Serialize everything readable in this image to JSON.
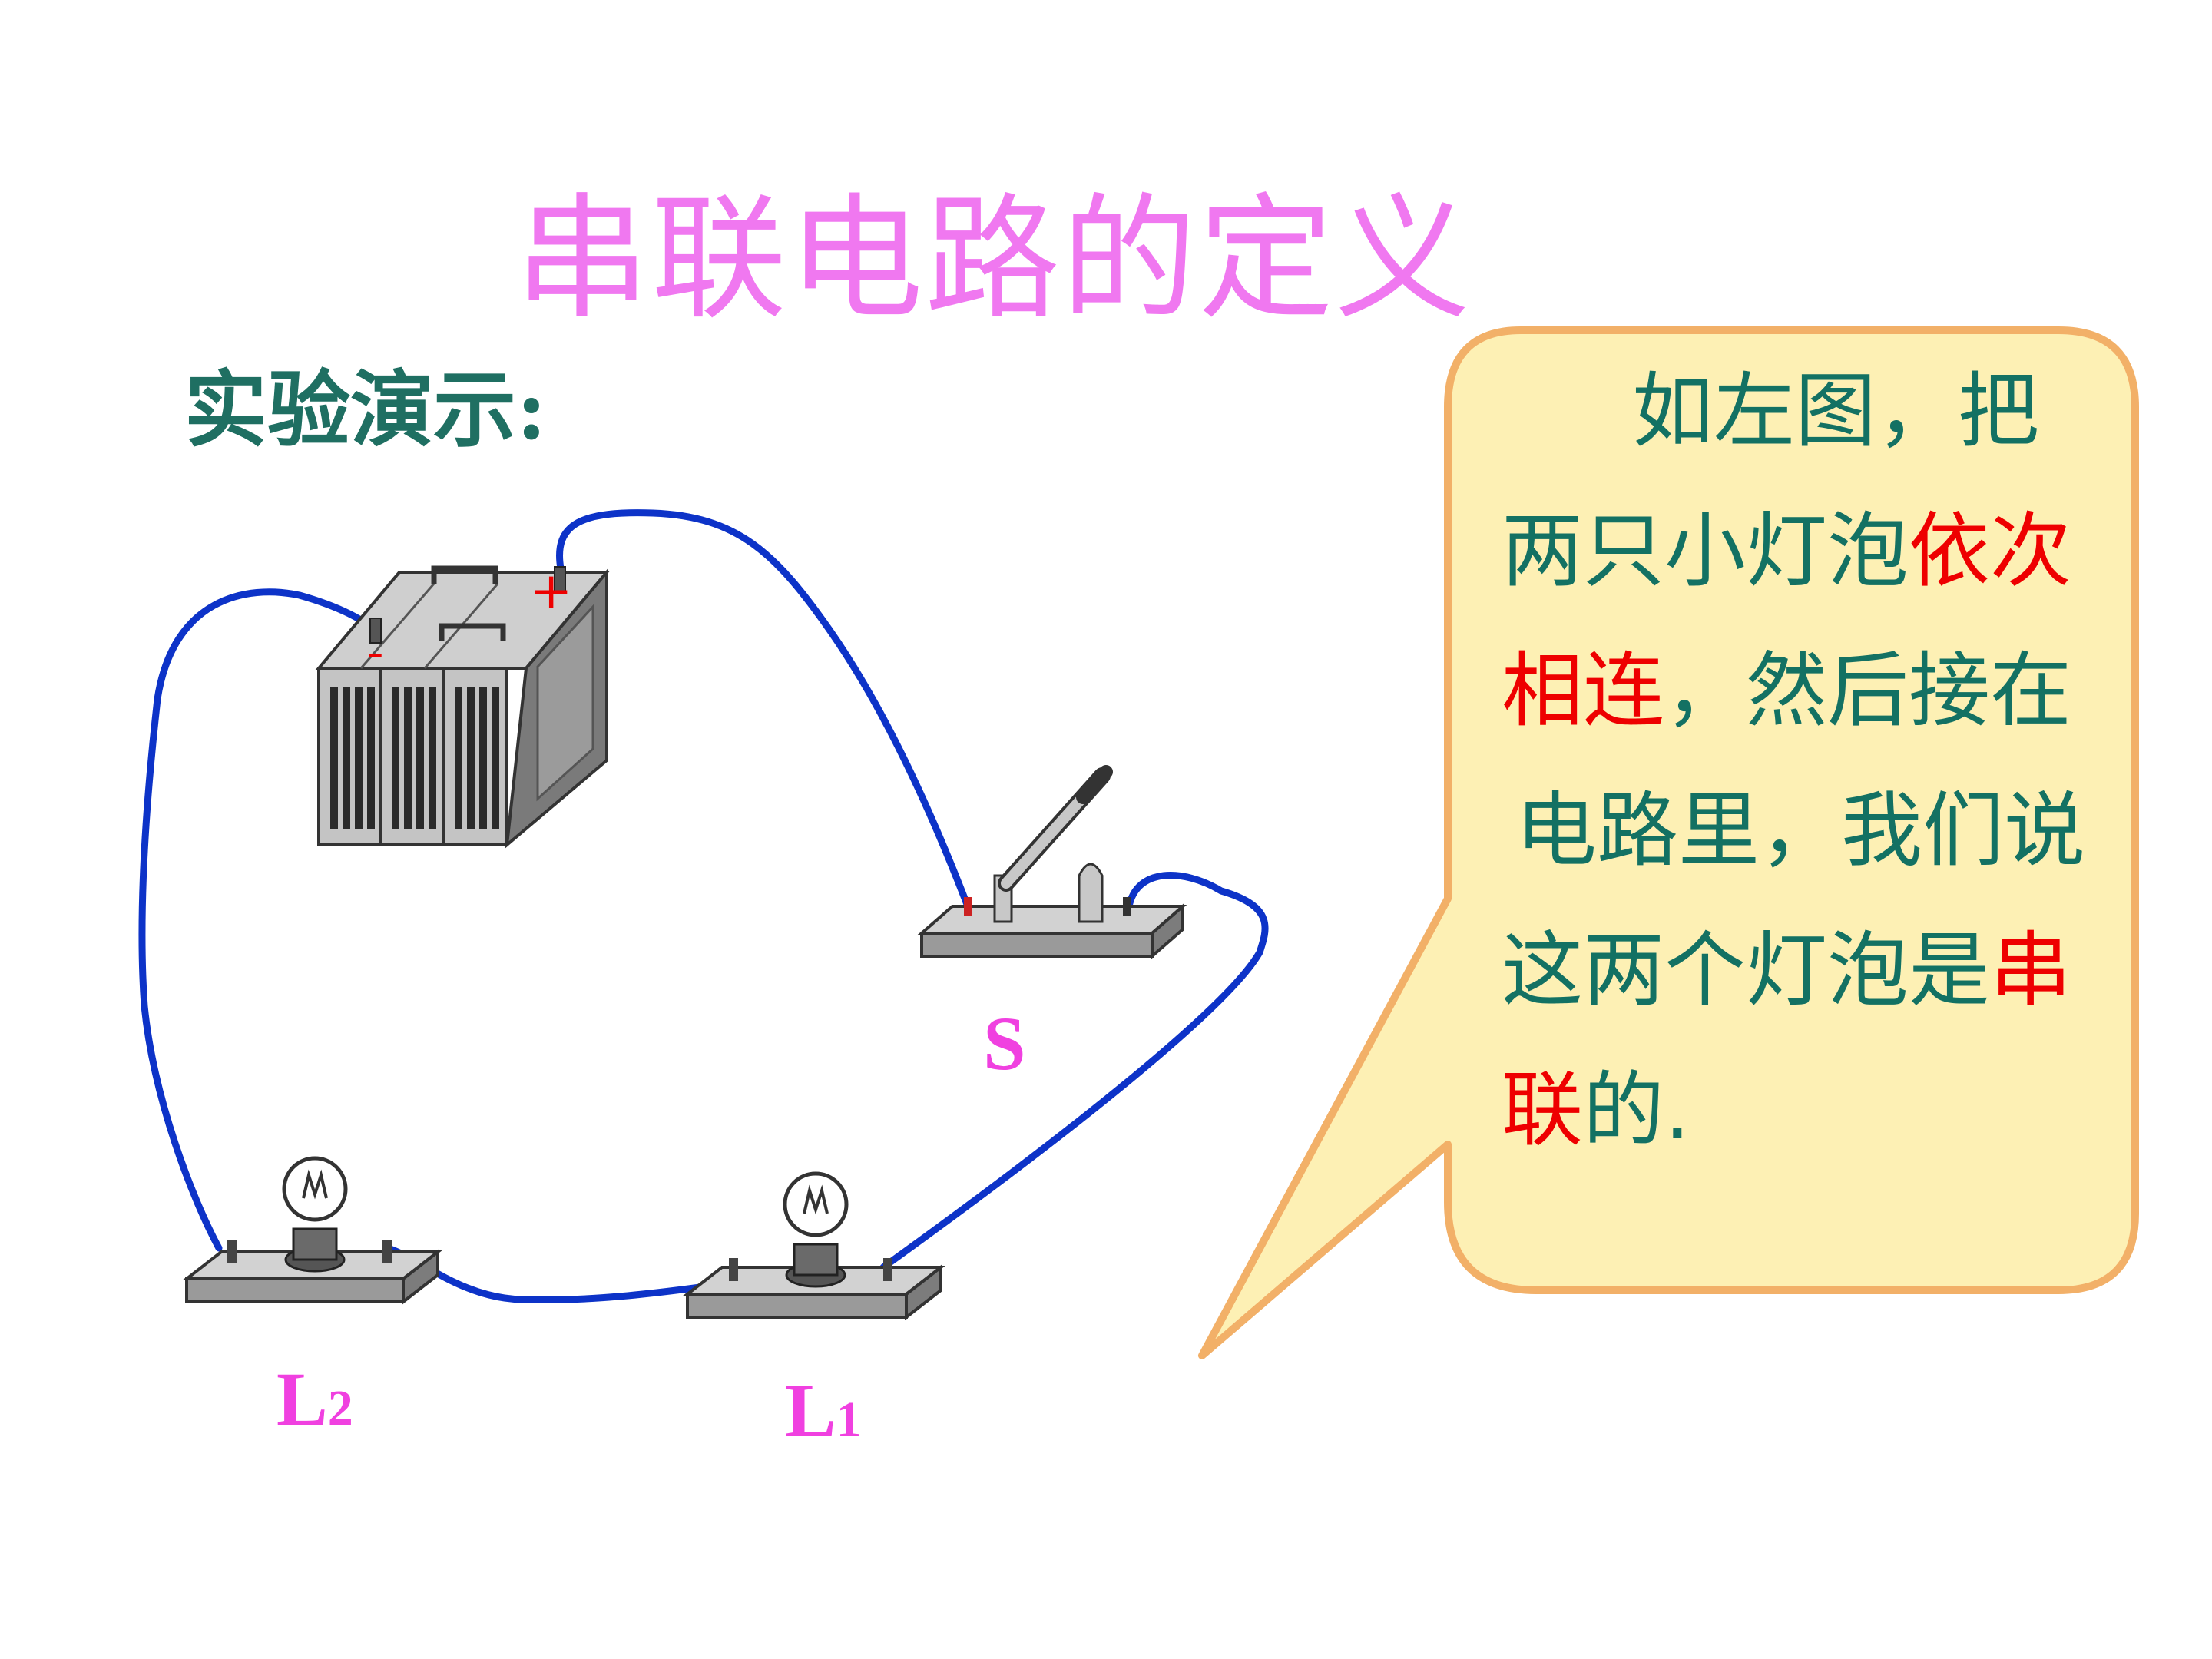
{
  "slide": {
    "title": "串联电路的定义",
    "subtitle": "实验演示:"
  },
  "labels": {
    "switch": "S",
    "lamp2_main": "L",
    "lamp2_sub": "2",
    "lamp1_main": "L",
    "lamp1_sub": "1",
    "battery_minus": "-",
    "battery_plus": "+"
  },
  "callout": {
    "line1": "如左图，把",
    "line2a": "两只小灯泡",
    "line2b": "依次",
    "line3a": "相连",
    "line3b": "，然后接在",
    "line4": "电路里，我们说",
    "line5a": "这两个灯泡是",
    "line5b": "串",
    "line6a": "联",
    "line6b": "的.",
    "bg_color": "#fdf0b4",
    "border_color": "#f2b068"
  },
  "colors": {
    "title": "#f078f0",
    "subtitle": "#1f6f62",
    "wire": "#0d33c8",
    "emphasis": "#ee0000",
    "text": "#137163"
  }
}
